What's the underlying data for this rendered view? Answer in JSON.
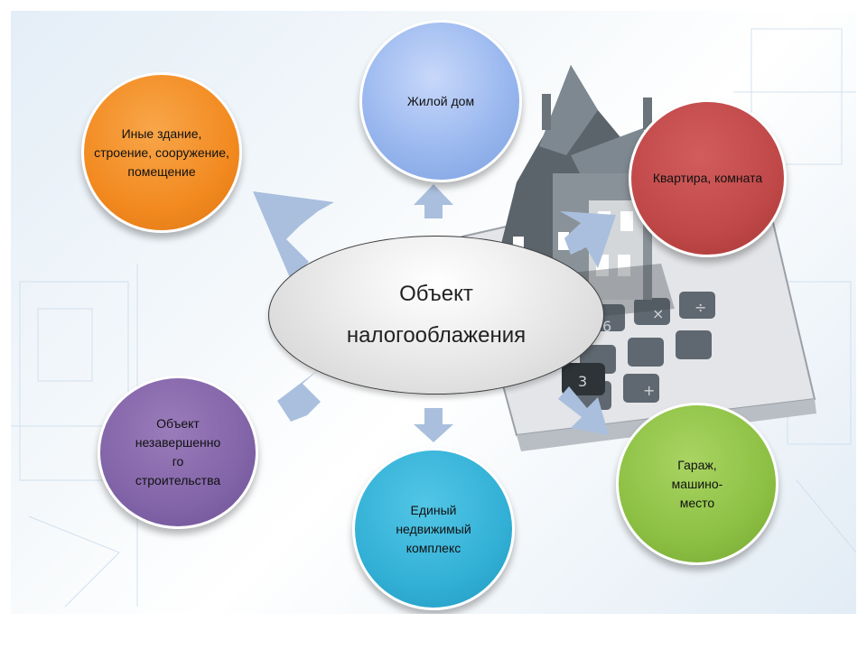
{
  "center": {
    "label": "Объект налогооблажения"
  },
  "nodes": {
    "residential": "Жилой дом",
    "apartment": "Квартира, комната",
    "other": "Иные здание, строение, сооружение, помещение",
    "unfinished": "Объект незавершенно го строительства",
    "complex": "Единый недвижимый комплекс",
    "garage": "Гараж, машино-место"
  },
  "colors": {
    "residential": "#9ab8ef",
    "apartment": "#c04848",
    "other": "#f28a20",
    "unfinished": "#8264a8",
    "complex": "#33b0d6",
    "garage": "#8cc043",
    "arrow": "#a9bfdd"
  },
  "icons": {
    "house": "house-illustration",
    "calculator": "calculator-illustration"
  }
}
